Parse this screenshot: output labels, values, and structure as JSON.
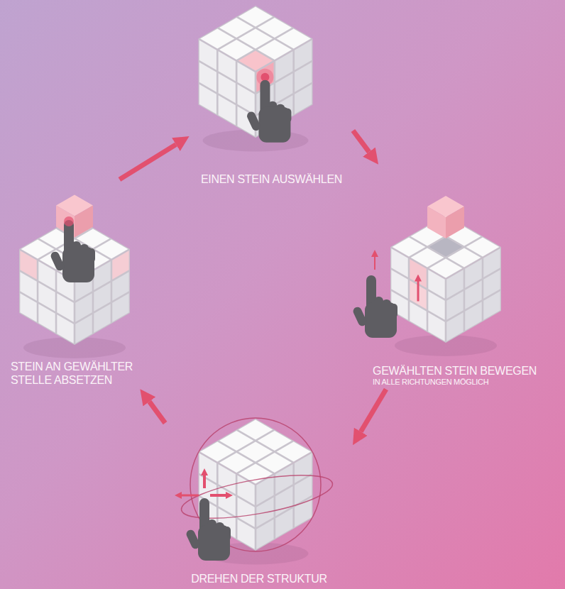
{
  "diagram": {
    "nodes": [
      {
        "text": [
          "EINEN STEIN AUSWÄHLEN"
        ]
      },
      {
        "text": [
          "GEWÄHLTEN STEIN BEWEGEN",
          "IN ALLE RICHTUNGEN MÖGLICH"
        ]
      },
      {
        "text": [
          "DREHEN DER STRUKTUR"
        ]
      },
      {
        "text": [
          "STEIN AN GEWÄHLTER STELLE ABSETZEN"
        ]
      }
    ],
    "edges": [
      {
        "from": 0,
        "to": 1,
        "arrow": "to"
      },
      {
        "from": 1,
        "to": 2,
        "arrow": "to"
      },
      {
        "from": 2,
        "to": 3,
        "arrow": "to"
      },
      {
        "from": 3,
        "to": 0,
        "arrow": "to"
      }
    ]
  }
}
